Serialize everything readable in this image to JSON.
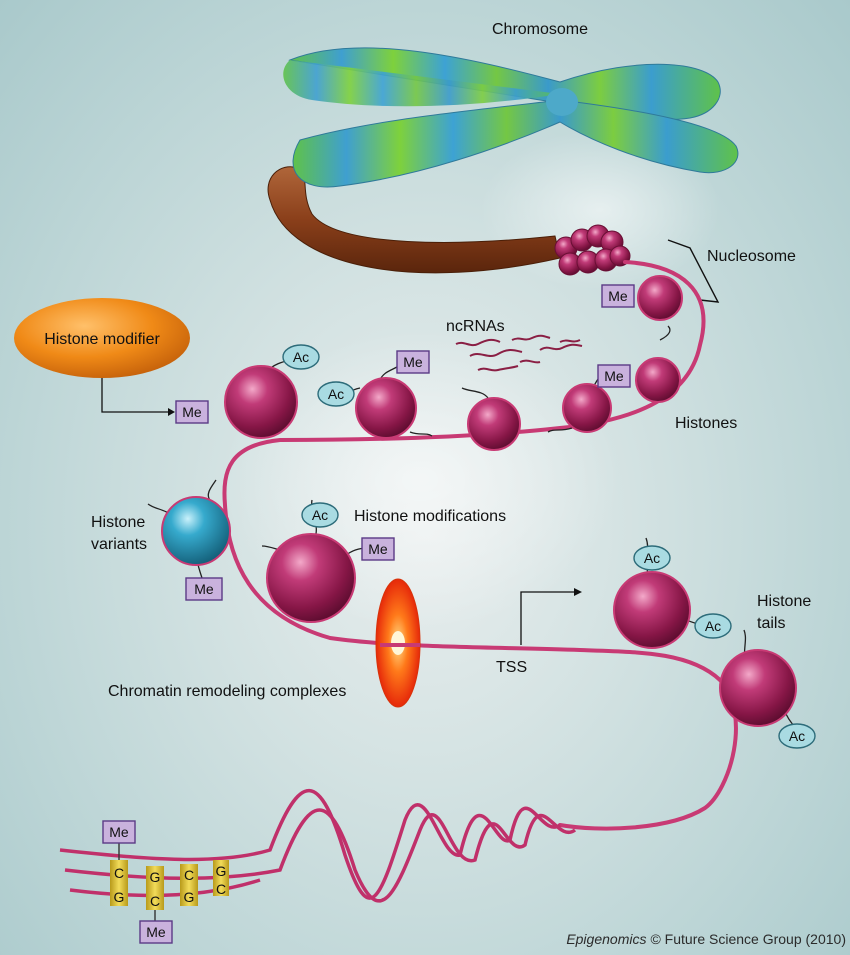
{
  "labels": {
    "chromosome": "Chromosome",
    "nucleosome": "Nucleosome",
    "histone_modifier": "Histone modifier",
    "ncrnas": "ncRNAs",
    "histones": "Histones",
    "histone_variants_line1": "Histone",
    "histone_variants_line2": "variants",
    "histone_modifications": "Histone modifications",
    "histone_tails_line1": "Histone",
    "histone_tails_line2": "tails",
    "tss": "TSS",
    "chromatin_remodeling": "Chromatin remodeling complexes"
  },
  "marks": {
    "me": "Me",
    "ac": "Ac"
  },
  "dna_bases": [
    "C",
    "G",
    "G",
    "C",
    "C",
    "G",
    "G",
    "C"
  ],
  "credit": {
    "journal": "Epigenomics",
    "rest": "© Future Science Group (2010)"
  },
  "colors": {
    "histone": "#a8245e",
    "chromatin_fiber": "#c83a74",
    "variant": "#2c9bb8",
    "modifier": "#f08a17",
    "remodeler": "#ff5a00",
    "me_fill": "#c9b2dd",
    "ac_fill": "#a9dbe2"
  }
}
